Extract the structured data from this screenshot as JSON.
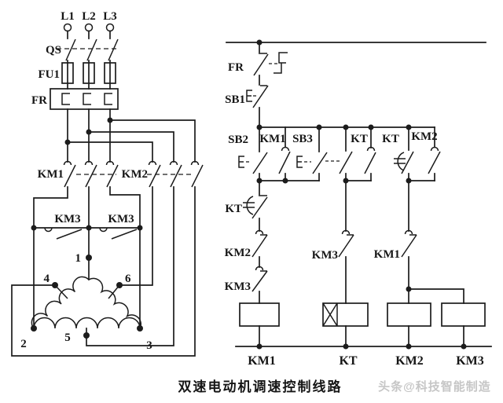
{
  "colors": {
    "line": "#1c1c1c",
    "background": "#ffffff",
    "watermark": "#c6c6c6"
  },
  "caption": "双速电动机调速控制线路",
  "watermark": "头条@科技智能制造",
  "power_circuit": {
    "phases": [
      "L1",
      "L2",
      "L3"
    ],
    "labels": {
      "qs": "QS",
      "fu1": "FU1",
      "fr": "FR",
      "km1": "KM1",
      "km2": "KM2",
      "km3_a": "KM3",
      "km3_b": "KM3"
    },
    "motor_terminals": {
      "t1": "1",
      "t2": "2",
      "t3": "3",
      "t4": "4",
      "t5": "5",
      "t6": "6"
    }
  },
  "control_circuit": {
    "labels": {
      "fr": "FR",
      "sb1": "SB1",
      "sb2": "SB2",
      "km1_seal": "KM1",
      "sb3": "SB3",
      "kt_no": "KT",
      "kt_delay_on": "KT",
      "km2_seal": "KM2",
      "kt_delay_off": "KT",
      "km2_nc": "KM2",
      "km3_nc_a": "KM3",
      "km3_nc_b": "KM3",
      "km1_nc": "KM1"
    },
    "coils": {
      "km1": "KM1",
      "kt": "KT",
      "km2": "KM2",
      "km3": "KM3"
    }
  }
}
